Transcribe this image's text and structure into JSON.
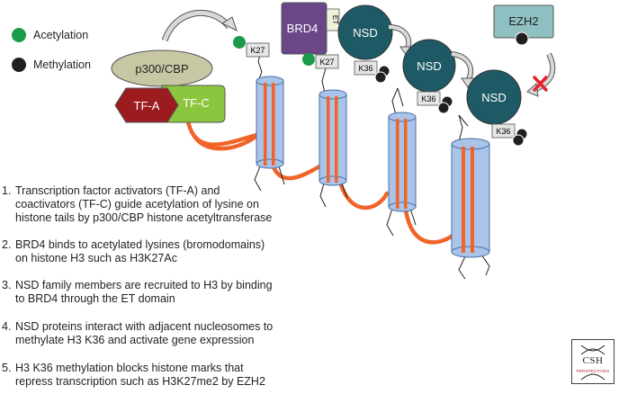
{
  "legend": {
    "acetylation": {
      "label": "Acetylation",
      "color": "#1a9b4b"
    },
    "methylation": {
      "label": "Methylation",
      "color": "#231f20"
    }
  },
  "proteins": {
    "p300": "p300/CBP",
    "tfa": "TF-A",
    "tfc": "TF-C",
    "brd4": "BRD4",
    "et": "ET",
    "nsd": "NSD",
    "ezh2": "EZH2"
  },
  "marks": {
    "k27": "K27",
    "k36": "K36"
  },
  "steps": [
    {
      "num": "1.",
      "text": "Transcription factor activators (TF-A) and\ncoactivators (TF-C) guide acetylation of lysine on\nhistone tails by p300/CBP histone acetyltransferase"
    },
    {
      "num": "2.",
      "text": "BRD4 binds to acetylated lysines (bromodomains)\non histone H3 such as H3K27Ac"
    },
    {
      "num": "3.",
      "text": "NSD family members are recruited to H3 by binding\nto BRD4 through the ET domain"
    },
    {
      "num": "4.",
      "text": "NSD proteins interact with adjacent nucleosomes to\nmethylate H3 K36 and activate gene expression"
    },
    {
      "num": "5.",
      "text": "H3 K36 methylation blocks histone marks that\nrepress transcription such as H3K27me2 by EZH2"
    }
  ],
  "logo": {
    "text": "CSH",
    "subtext": "PERSPECTIVES"
  },
  "colors": {
    "dna": "#f0642a",
    "nucleosome": "#a9c4e8",
    "nsd": "#1d5a66",
    "brd4": "#6b4787",
    "p300": "#c8c7a4",
    "tfa": "#9c1b1f",
    "tfc": "#8cc63f",
    "ezh2": "#8fc1c2",
    "block": "#e0262b"
  }
}
